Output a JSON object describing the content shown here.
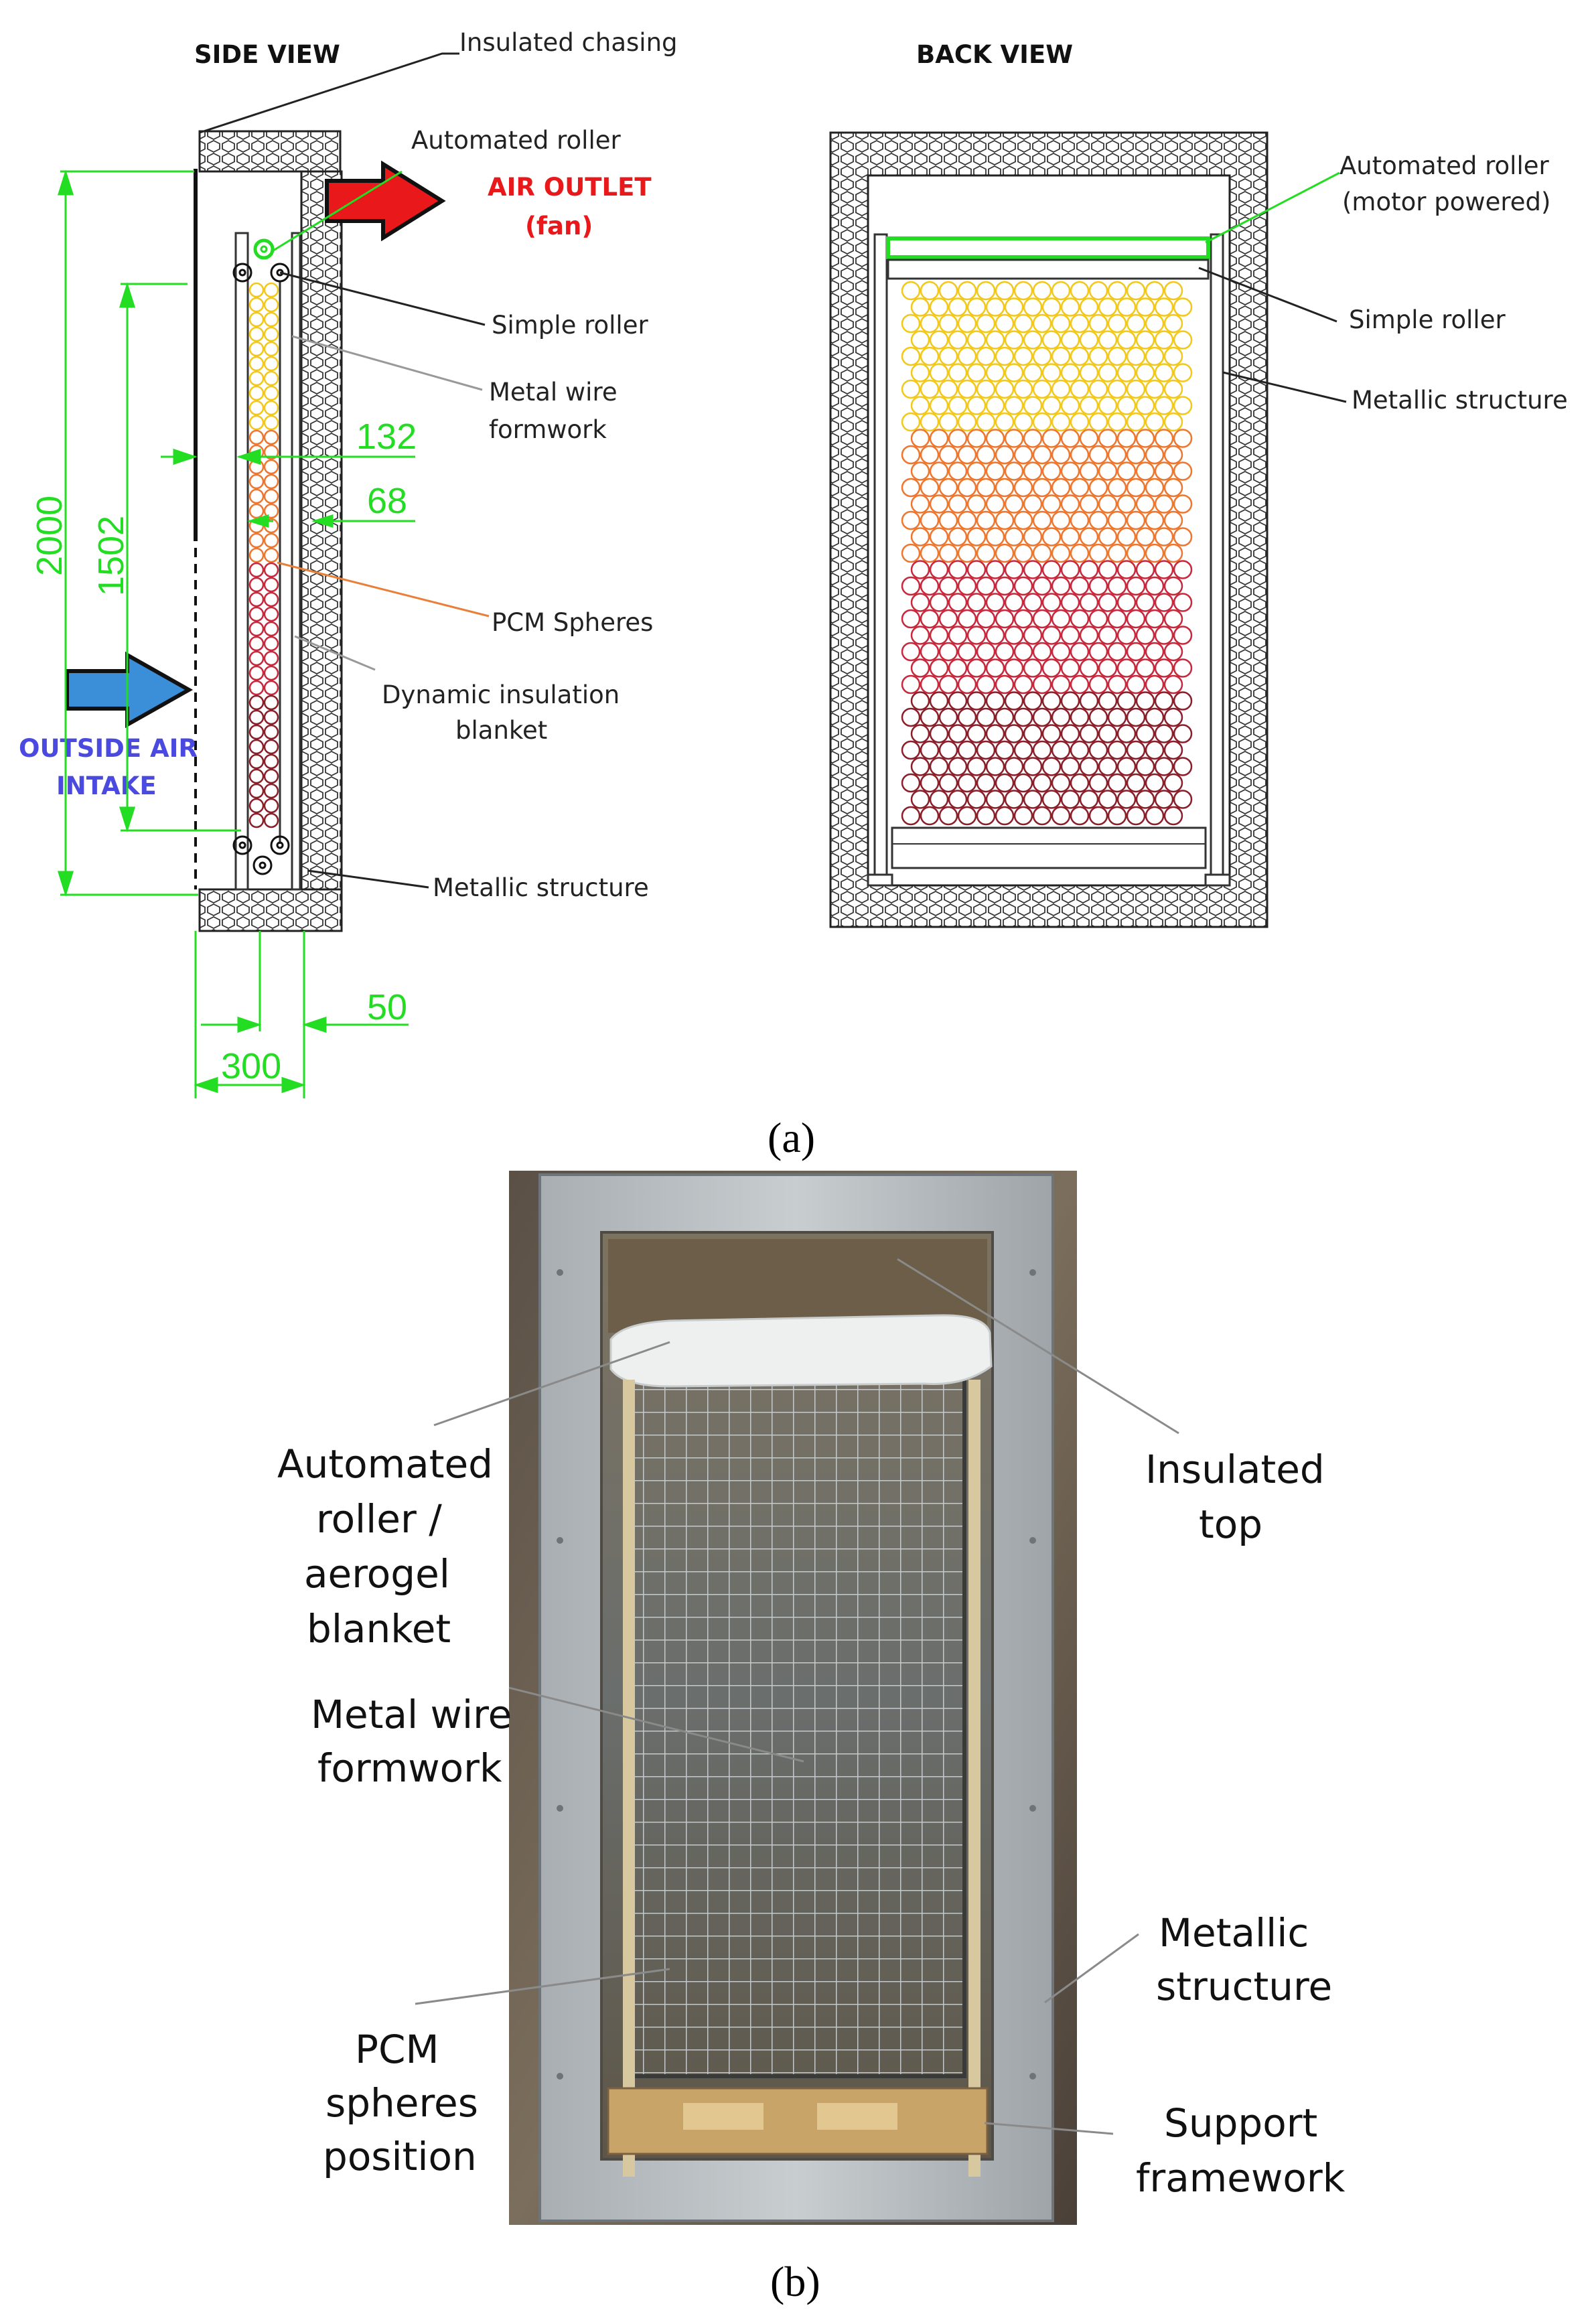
{
  "panel_a": {
    "side_view_title": "SIDE VIEW",
    "back_view_title": "BACK VIEW",
    "side_labels": {
      "insulated_chasing": "Insulated chasing",
      "automated_roller": "Automated roller",
      "air_outlet": "AIR OUTLET",
      "air_outlet_sub": "(fan)",
      "simple_roller": "Simple roller",
      "metal_wire_1": "Metal wire",
      "metal_wire_2": "formwork",
      "pcm_spheres": "PCM Spheres",
      "dyn_insul_1": "Dynamic insulation",
      "dyn_insul_2": "blanket",
      "outside_air_1": "OUTSIDE AIR",
      "outside_air_2": "INTAKE",
      "metallic_structure": "Metallic structure"
    },
    "dimensions": {
      "h2000": "2000",
      "h1502": "1502",
      "w132": "132",
      "w68": "68",
      "w50": "50",
      "w300": "300"
    },
    "back_labels": {
      "automated_roller_1": "Automated roller",
      "automated_roller_2": "(motor powered)",
      "simple_roller": "Simple roller",
      "metallic_structure": "Metallic structure"
    },
    "caption": "(a)"
  },
  "panel_b": {
    "labels": {
      "auto_roller_1": "Automated",
      "auto_roller_2": "roller /",
      "auto_roller_3": "aerogel",
      "auto_roller_4": "blanket",
      "metal_wire_1": "Metal wire",
      "metal_wire_2": "formwork",
      "pcm_pos_1": "PCM",
      "pcm_pos_2": "spheres",
      "pcm_pos_3": "position",
      "insulated_top_1": "Insulated",
      "insulated_top_2": "top",
      "metallic_1": "Metallic",
      "metallic_2": "structure",
      "support_1": "Support",
      "support_2": "framework"
    },
    "caption": "(b)"
  },
  "colors": {
    "dim_green": "#22dd22",
    "air_out_red": "#e8181b",
    "air_in_blue": "#3a8fd8",
    "pcm_yellow": "#f2c81a",
    "pcm_orange": "#ee7730",
    "pcm_red": "#c8283c",
    "pcm_darkred": "#8a1f2a"
  }
}
